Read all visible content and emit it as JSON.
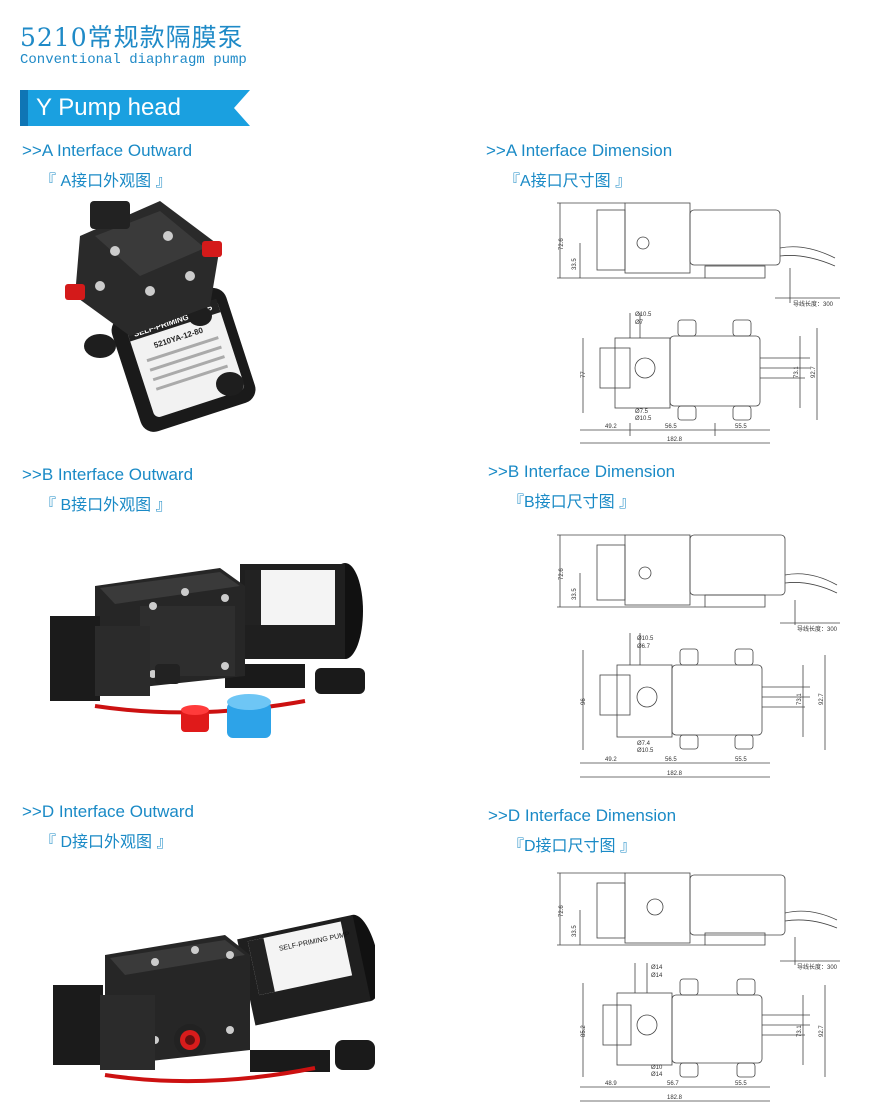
{
  "header": {
    "title_cn": "5210常规款隔膜泵",
    "title_en": "Conventional diaphragm pump",
    "banner": "Y Pump head"
  },
  "colors": {
    "accent": "#1a8ac6",
    "banner": "#1aa0e0"
  },
  "sections": [
    {
      "outward_en": ">>A Interface Outward",
      "outward_cn": "『 A接口外观图 』",
      "dimension_en": ">>A Interface Dimension",
      "dimension_cn": "『A接口尺寸图 』",
      "pump_label": "SELF-PRIMING PUMP",
      "pump_model": "5210YA-12-80",
      "dims": {
        "height1": "72.6",
        "height2": "33.5",
        "width_a": "49.2",
        "width_b": "56.5",
        "width_c": "55.5",
        "total": "182.8",
        "h_left": "77",
        "h_right1": "73.1",
        "h_right2": "92.7",
        "port1": "Ø10.5",
        "port2": "Ø7",
        "port3": "Ø7.5",
        "port4": "Ø10.5",
        "lead": "导线长度：300"
      }
    },
    {
      "outward_en": ">>B Interface Outward",
      "outward_cn": "『 B接口外观图 』",
      "dimension_en": ">>B Interface Dimension",
      "dimension_cn": "『B接口尺寸图 』",
      "dims": {
        "height1": "72.6",
        "height2": "33.5",
        "width_a": "49.2",
        "width_b": "56.5",
        "width_c": "55.5",
        "total": "182.8",
        "h_left": "96",
        "h_right1": "73.1",
        "h_right2": "92.7",
        "port1": "Ø10.5",
        "port2": "Ø6.7",
        "port3": "Ø7.4",
        "port4": "Ø10.5",
        "lead": "导线长度：300"
      }
    },
    {
      "outward_en": ">>D Interface Outward",
      "outward_cn": "『 D接口外观图 』",
      "dimension_en": ">>D Interface Dimension",
      "dimension_cn": "『D接口尺寸图 』",
      "pump_label": "SELF-PRIMING PUMP",
      "dims": {
        "height1": "72.6",
        "height2": "33.5",
        "width_a": "48.9",
        "width_b": "56.7",
        "width_c": "55.5",
        "total": "182.8",
        "h_left": "85.2",
        "h_right1": "73.1",
        "h_right2": "92.7",
        "port1": "Ø14",
        "port2": "Ø14",
        "port3": "Ø10",
        "port4": "Ø14",
        "lead": "导线长度：300"
      }
    }
  ]
}
